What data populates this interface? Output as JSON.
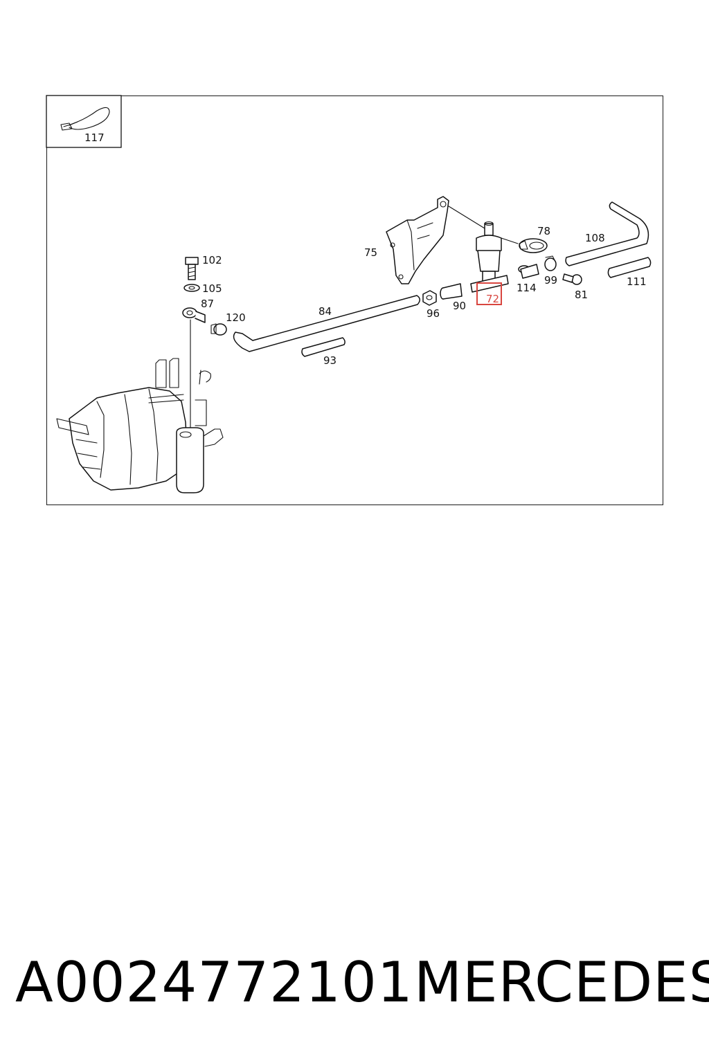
{
  "diagram": {
    "callouts": [
      {
        "id": "117",
        "label": "117"
      },
      {
        "id": "102",
        "label": "102"
      },
      {
        "id": "105",
        "label": "105"
      },
      {
        "id": "87",
        "label": "87"
      },
      {
        "id": "120",
        "label": "120"
      },
      {
        "id": "84",
        "label": "84"
      },
      {
        "id": "93",
        "label": "93"
      },
      {
        "id": "75",
        "label": "75"
      },
      {
        "id": "96",
        "label": "96"
      },
      {
        "id": "90",
        "label": "90"
      },
      {
        "id": "72",
        "label": "72"
      },
      {
        "id": "78",
        "label": "78"
      },
      {
        "id": "114",
        "label": "114"
      },
      {
        "id": "99",
        "label": "99"
      },
      {
        "id": "81",
        "label": "81"
      },
      {
        "id": "108",
        "label": "108"
      },
      {
        "id": "111",
        "label": "111"
      }
    ],
    "highlighted_callout": "72",
    "highlight_color": "#d8453f"
  },
  "footer": {
    "part_number": "A0024772101",
    "brand": "MERCEDES"
  }
}
